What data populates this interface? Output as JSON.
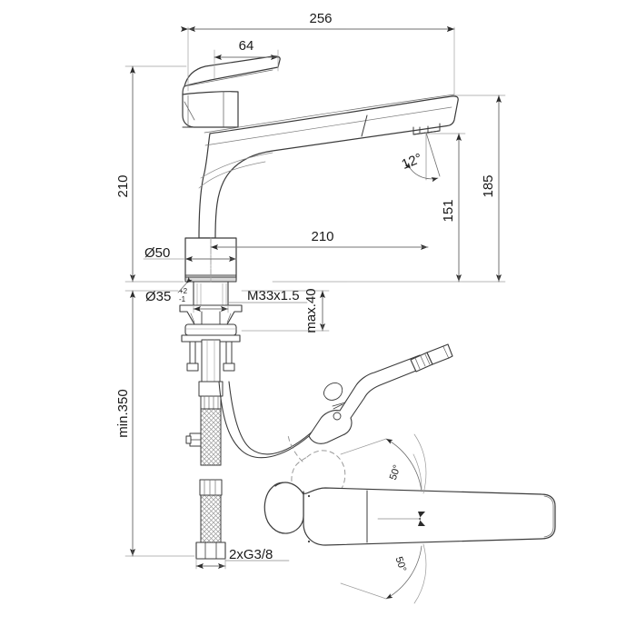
{
  "drawing": {
    "title": "Kitchen mixer tap technical dimension drawing",
    "type": "technical-dimension-drawing",
    "units": "mm",
    "line_color": "#3b3b3b",
    "dim_line_color": "#8a8a8a",
    "text_color": "#1a1a1a",
    "background": "#ffffff"
  },
  "dimensions": {
    "overall_length": "256",
    "handle_length": "64",
    "total_height": "210",
    "spout_reach": "210",
    "spout_height_outlet": "151",
    "body_height_right": "185",
    "base_diameter": "Ø50",
    "hole_diameter": "Ø35",
    "hole_tolerance_upper": "+2",
    "hole_tolerance_lower": "-1",
    "thread_shank": "M33x1.5",
    "worktop_thickness": "max.40",
    "hose_length": "min.350",
    "supply_connections": "2xG3/8",
    "outlet_angle": "12°",
    "swivel_angle_upper": "50°",
    "swivel_angle_lower": "50°"
  },
  "views": {
    "front_elevation": "front-elevation-view",
    "plan_swivel": "plan-swivel-range-view",
    "pullout_spray": "pull-out-spray-head-detail"
  },
  "labels": {
    "l_256": "256",
    "l_64": "64",
    "l_210_height": "210",
    "l_210_reach": "210",
    "l_151": "151",
    "l_185": "185",
    "l_d50": "Ø50",
    "l_d35": "Ø35",
    "l_tol_up": "+2",
    "l_tol_low": "-1",
    "l_m33": "M33x1.5",
    "l_max40": "max.40",
    "l_min350": "min.350",
    "l_g38": "2xG3/8",
    "l_12deg": "12°",
    "l_50deg_top": "50°",
    "l_50deg_bot": "50°"
  }
}
